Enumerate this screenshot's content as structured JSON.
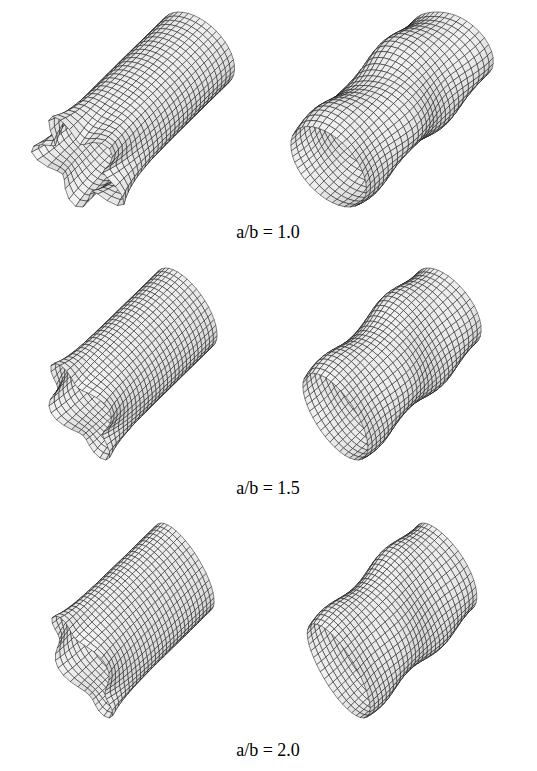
{
  "diagram": {
    "labels": [
      "a/b = 1.0",
      "a/b = 1.5",
      "a/b = 2.0"
    ]
  }
}
